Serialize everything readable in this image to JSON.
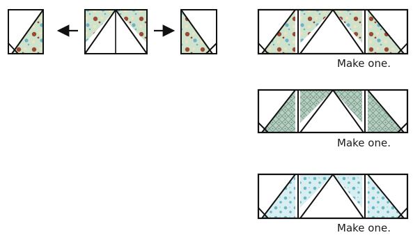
{
  "captions": [
    "Make one.",
    "Make one.",
    "Make one."
  ],
  "fabric_colors": {
    "white": "#ffffff",
    "outline": "#111111",
    "floral_base": "#cfe3cc",
    "floral_accent_red": "#9a4a34",
    "floral_accent_blue": "#6fb0c8",
    "floral_accent_cream": "#efe2bf",
    "lattice_base": "#b7cfc0",
    "lattice_accent": "#7d9e8f",
    "teal_base": "#d9eef0",
    "teal_accent": "#69b8c6"
  },
  "icons": {
    "left_arrow": "arrow-left-icon",
    "right_arrow": "arrow-right-icon"
  }
}
